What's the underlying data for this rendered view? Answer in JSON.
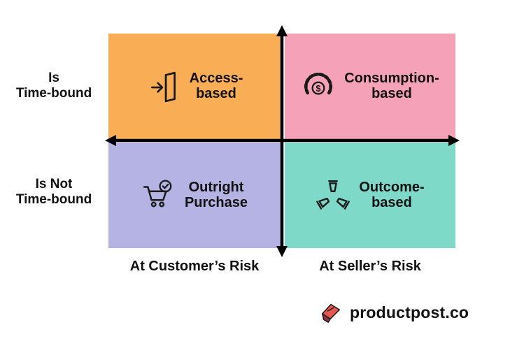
{
  "quadrants": {
    "access": {
      "label_line1": "Access-",
      "label_line2": "based",
      "icon": "door-enter-icon"
    },
    "consumption": {
      "label_line1": "Consumption-",
      "label_line2": "based",
      "icon": "gauge-dollar-icon"
    },
    "outright": {
      "label_line1": "Outright",
      "label_line2": "Purchase",
      "icon": "cart-check-icon"
    },
    "outcome": {
      "label_line1": "Outcome-",
      "label_line2": "based",
      "icon": "hands-collaboration-icon"
    }
  },
  "axes": {
    "row_top": {
      "line1": "Is",
      "line2": "Time-bound"
    },
    "row_bottom": {
      "line1": "Is Not",
      "line2": "Time-bound"
    },
    "col_left": "At Customer’s Risk",
    "col_right": "At Seller’s Risk"
  },
  "icons": {
    "gauge_symbol": "$"
  },
  "branding": {
    "site_name": "productpost.co",
    "logo": "productpost-logo-icon"
  },
  "colors": {
    "access_bg": "#F9AE55",
    "consumption_bg": "#F5A2B8",
    "outright_bg": "#B4B3E3",
    "outcome_bg": "#7FD9C9",
    "axis": "#000000",
    "text": "#111111",
    "logo_front": "#E4574F",
    "logo_side": "#8E3047"
  }
}
